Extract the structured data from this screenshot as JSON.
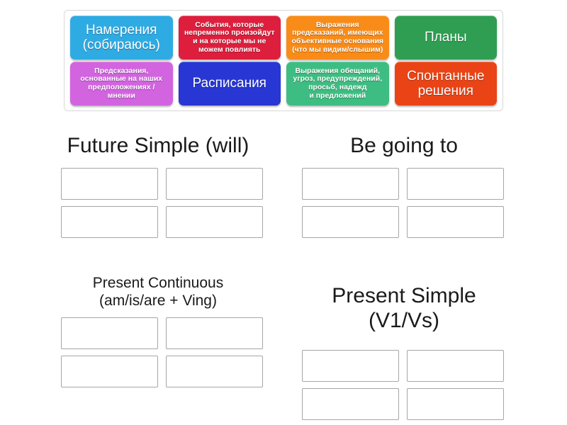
{
  "tray": {
    "tiles": [
      {
        "id": "intentions",
        "label": "Намерения\n(собираюсь)",
        "color": "#2fabe3",
        "style": "big",
        "row": 1
      },
      {
        "id": "certain-events",
        "label": "События, которые\nнепременно произойдут\nи на которые мы не\nможем повлиять",
        "color": "#dd1f3d",
        "style": "small",
        "row": 1
      },
      {
        "id": "evidence-predictions",
        "label": "Выражения\nпредсказаний, имеющих\nобъективные основания\n(что мы видим/слышим)",
        "color": "#f98c19",
        "style": "small",
        "row": 1
      },
      {
        "id": "plans",
        "label": "Планы",
        "color": "#2f9e52",
        "style": "big",
        "row": 1
      },
      {
        "id": "opinion-predictions",
        "label": "Предсказания,\nоснованные на наших\nпредположениях / мнении",
        "color": "#d264e0",
        "style": "small",
        "row": 2
      },
      {
        "id": "timetables",
        "label": "Расписания",
        "color": "#2837d4",
        "style": "big",
        "row": 2
      },
      {
        "id": "promises",
        "label": "Выражения обещаний,\nугроз, предупреждений,\nпросьб, надежд\nи предложений",
        "color": "#3ebd82",
        "style": "small",
        "row": 2
      },
      {
        "id": "spontaneous",
        "label": "Спонтанные\nрешения",
        "color": "#ea4416",
        "style": "big",
        "row": 2
      }
    ]
  },
  "groups": [
    {
      "id": "future",
      "title": "Future Simple (will)",
      "title_style": "one-line",
      "slot_count": 4,
      "slots": [
        "",
        "",
        "",
        ""
      ]
    },
    {
      "id": "begoing",
      "title": "Be going to",
      "title_style": "one-line",
      "slot_count": 4,
      "slots": [
        "",
        "",
        "",
        ""
      ]
    },
    {
      "id": "prescont",
      "title": "Present Continuous\n(am/is/are + Ving)",
      "title_style": "two-line",
      "slot_count": 4,
      "slots": [
        "",
        "",
        "",
        ""
      ]
    },
    {
      "id": "pressimp",
      "title": "Present Simple (V1/Vs)",
      "title_style": "one-line",
      "slot_count": 4,
      "slots": [
        "",
        "",
        "",
        ""
      ]
    }
  ]
}
